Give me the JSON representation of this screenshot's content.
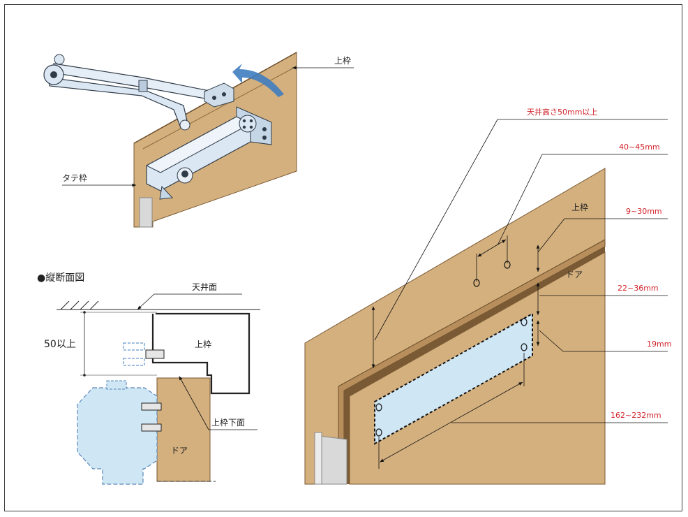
{
  "colors": {
    "wood": "#d4b07e",
    "wood_dark": "#b88f5c",
    "metal": "#dbe7f3",
    "metal_shade": "#b9cbdd",
    "plate": "#cfe6f5",
    "dimension_text": "#d2232a",
    "arrow_blue": "#3f7dc0"
  },
  "icons": [
    "door-closer-illustration",
    "rotation-arrow-icon",
    "bullet-circle-icon"
  ],
  "perspective_view": {
    "label_upper_frame": "上枠",
    "label_vertical_frame": "タテ枠"
  },
  "section_view": {
    "title": "●縦断面図",
    "label_ceiling": "天井面",
    "label_min_height": "50以上",
    "label_upper_frame": "上枠",
    "label_frame_underside": "上枠下面",
    "label_door": "ドア"
  },
  "mounting_view": {
    "label_upper_frame": "上枠",
    "label_door": "ドア",
    "dimensions": {
      "ceiling_height": "天井高さ50mm以上",
      "hole_spacing": "40~45mm",
      "frame_offset": "9~30mm",
      "plate_offset": "22~36mm",
      "plate_height": "19mm",
      "plate_length": "162~232mm"
    }
  }
}
